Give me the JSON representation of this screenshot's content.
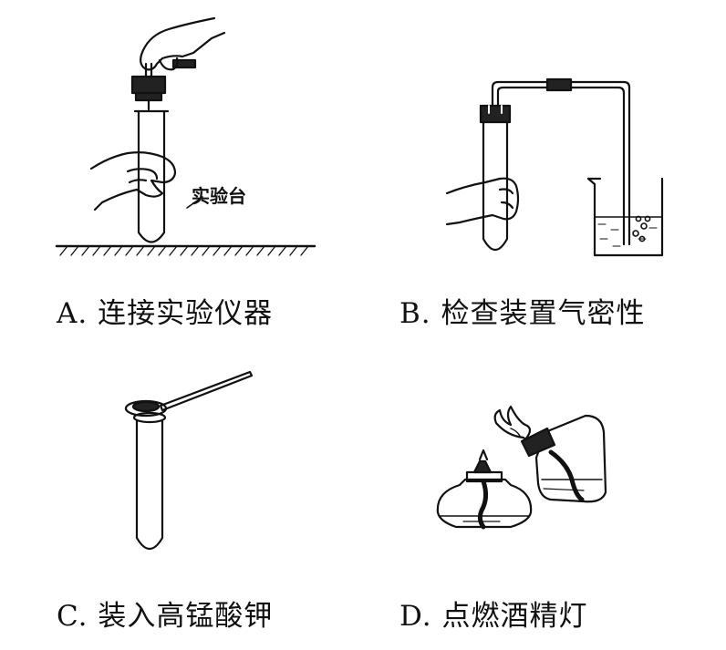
{
  "panels": [
    {
      "id": "A",
      "caption": "A. 连接实验仪器",
      "label": "实验台"
    },
    {
      "id": "B",
      "caption": "B. 检查装置气密性"
    },
    {
      "id": "C",
      "caption": "C. 装入高锰酸钾"
    },
    {
      "id": "D",
      "caption": "D. 点燃酒精灯"
    }
  ]
}
